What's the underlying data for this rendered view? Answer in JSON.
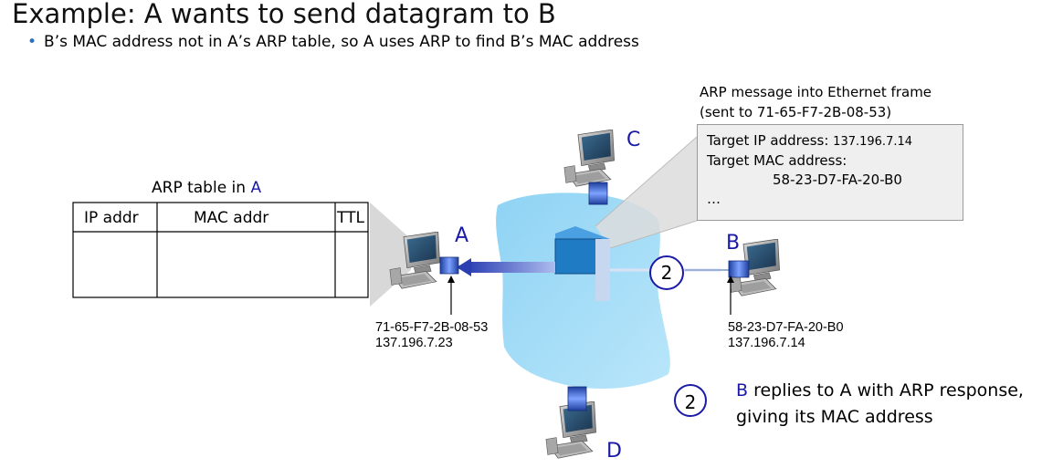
{
  "title": "Example: A wants to send datagram to B",
  "bullet": "B’s MAC address not in A’s ARP table, so A uses ARP to find B’s MAC address",
  "arp_table": {
    "caption_prefix": "ARP table in ",
    "caption_node": "A",
    "columns": [
      "IP addr",
      "MAC addr",
      "TTL"
    ]
  },
  "nodes": {
    "A": {
      "label": "A",
      "mac": "71-65-F7-2B-08-53",
      "ip": "137.196.7.23"
    },
    "B": {
      "label": "B",
      "mac": "58-23-D7-FA-20-B0",
      "ip": "137.196.7.14"
    },
    "C": {
      "label": "C"
    },
    "D": {
      "label": "D"
    }
  },
  "message": {
    "caption_line1": "ARP message into Ethernet frame",
    "caption_line2": "(sent to 71-65-F7-2B-08-53)",
    "target_ip_label": "Target IP address: ",
    "target_ip_value": "137.196.7.14",
    "target_mac_label": "Target MAC address:",
    "target_mac_value": "58-23-D7-FA-20-B0",
    "ellipsis": "…"
  },
  "step": {
    "number": "2",
    "node": "B",
    "text_line1": " replies to A with ARP response,",
    "text_line2": "giving its MAC address"
  },
  "colors": {
    "accent": "#1a1aa6",
    "cloud": "#a9dcf5",
    "switch": "#1e7bc4",
    "bullet": "#2e6fbf"
  }
}
